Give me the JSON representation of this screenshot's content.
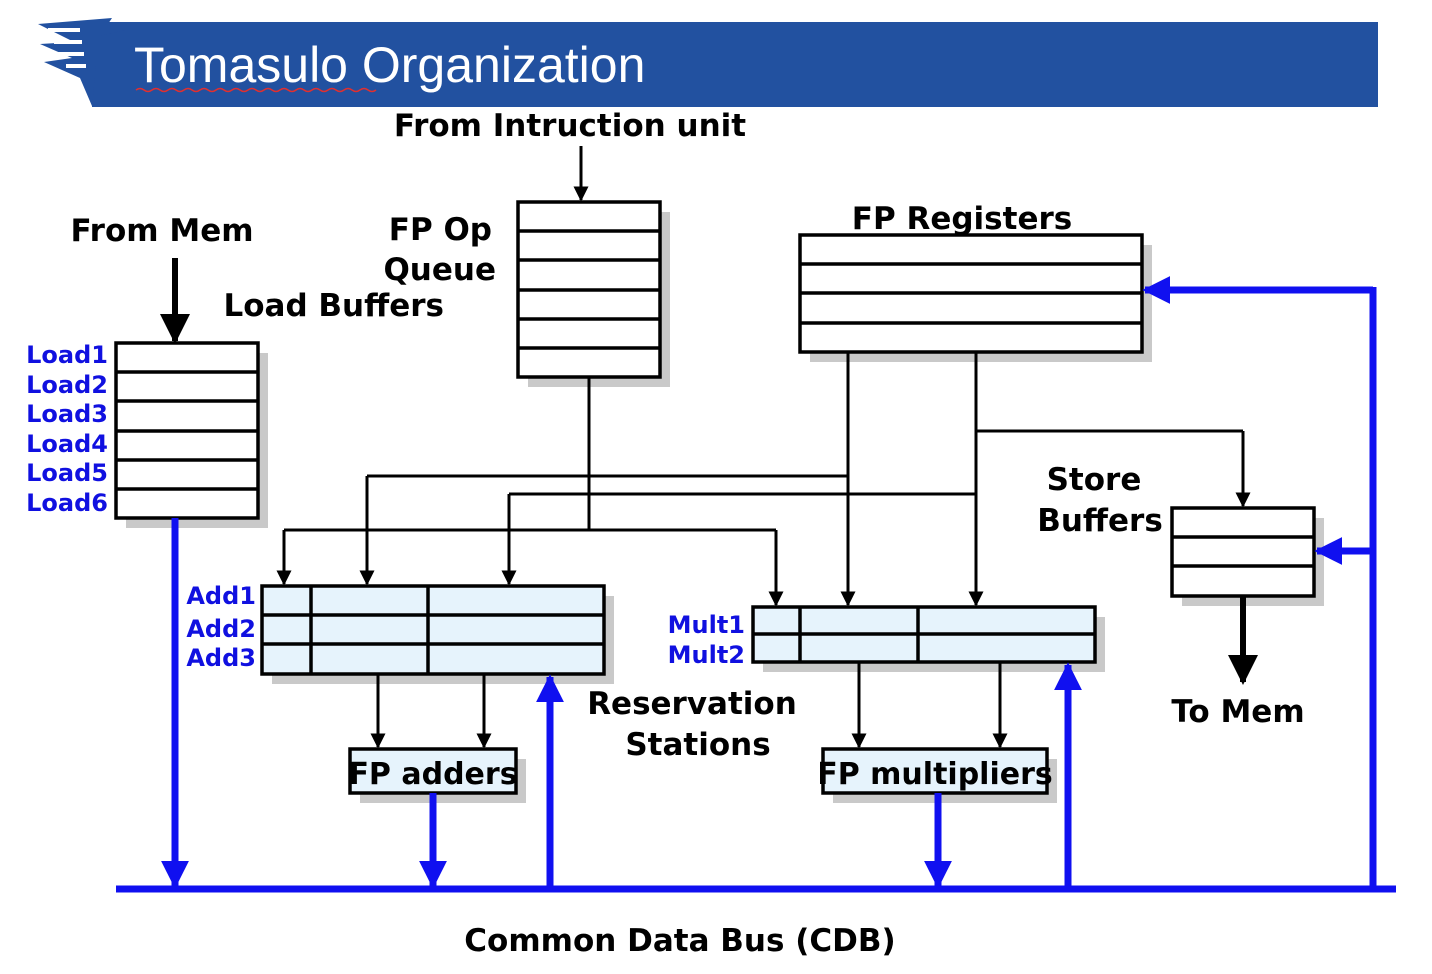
{
  "title": "Tomasulo Organization",
  "labels": {
    "from_instruction_unit": "From Intruction unit",
    "from_mem": "From Mem",
    "fp_op_queue_line1": "FP Op",
    "fp_op_queue_line2": "Queue",
    "load_buffers": "Load Buffers",
    "fp_registers": "FP Registers",
    "store_buffers_line1": "Store",
    "store_buffers_line2": "Buffers",
    "to_mem": "To Mem",
    "reservation_stations_line1": "Reservation",
    "reservation_stations_line2": "Stations",
    "fp_adders": "FP adders",
    "fp_multipliers": "FP multipliers",
    "cdb": "Common Data Bus (CDB)"
  },
  "load_buffers": [
    "Load1",
    "Load2",
    "Load3",
    "Load4",
    "Load5",
    "Load6"
  ],
  "add_stations": [
    "Add1",
    "Add2",
    "Add3"
  ],
  "mult_stations": [
    "Mult1",
    "Mult2"
  ],
  "colors": {
    "header": "#2251a0",
    "bus": "#1010f0",
    "station_fill": "#e6f3fc",
    "label_blue": "#1010e0"
  }
}
